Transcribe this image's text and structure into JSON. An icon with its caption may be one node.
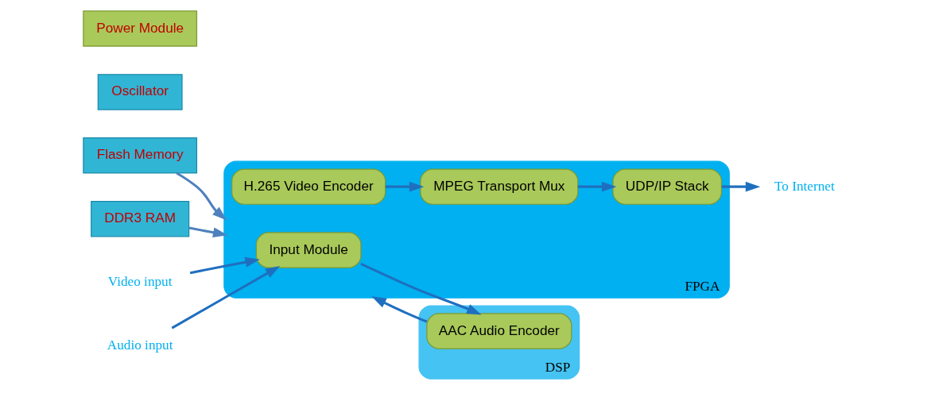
{
  "diagram": {
    "nodes": [
      {
        "text": [
          "FPGA"
        ]
      },
      {
        "text": [
          "Input Module"
        ],
        "in": 0
      },
      {
        "text": [
          "H.265 Video Encoder"
        ],
        "in": 0
      },
      {
        "text": [
          "MPEG Transport Mux"
        ],
        "in": 0
      },
      {
        "text": [
          "UDP/IP Stack"
        ],
        "in": 0
      },
      {
        "text": [
          "DSP"
        ]
      },
      {
        "text": [
          "AAC Audio Encoder"
        ],
        "in": 5
      },
      {
        "text": [
          "Flash Memory"
        ]
      },
      {
        "text": [
          "DDR3 RAM"
        ]
      },
      {
        "text": [
          "Oscillator"
        ]
      },
      {
        "text": [
          "Power Module"
        ]
      },
      {
        "text": [
          "Video input"
        ]
      },
      {
        "text": [
          "Audio input"
        ]
      },
      {
        "text": [
          "To Internet"
        ]
      }
    ],
    "edges": [
      {
        "from": 11,
        "to": 1,
        "arrow": "to"
      },
      {
        "from": 12,
        "to": 1,
        "arrow": "to"
      },
      {
        "from": 2,
        "to": 3,
        "arrow": "to"
      },
      {
        "from": 3,
        "to": 4,
        "arrow": "to"
      },
      {
        "from": 4,
        "to": 13,
        "arrow": "to"
      },
      {
        "from": 1,
        "to": 6,
        "arrow": "to"
      },
      {
        "from": 6,
        "to": 0,
        "arrow": "to"
      },
      {
        "from": 7,
        "to": 0,
        "arrow": "to",
        "color": "#4f81bd"
      },
      {
        "from": 8,
        "to": 0,
        "arrow": "to",
        "color": "#4f81bd"
      }
    ]
  }
}
